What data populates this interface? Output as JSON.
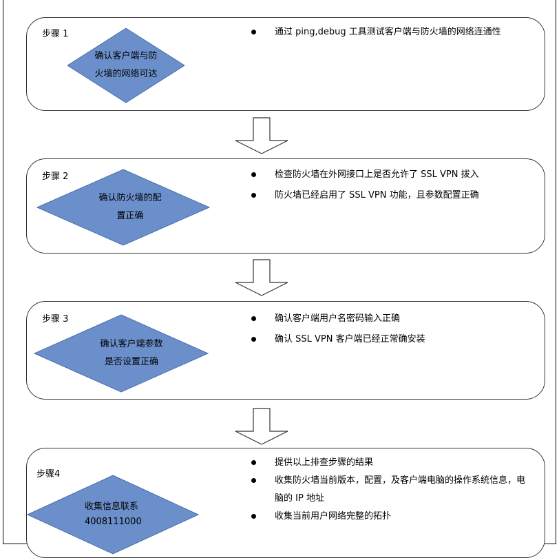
{
  "steps": [
    {
      "label": "步骤 1",
      "diamond_lines": [
        "确认客户端与防",
        "火墙的网络可达"
      ],
      "bullets": [
        "通过 ping,debug 工具测试客户端与防火墙的网络连通性"
      ]
    },
    {
      "label": "步骤 2",
      "diamond_lines": [
        "确认防火墙的配",
        "置正确"
      ],
      "bullets": [
        "检查防火墙在外网接口上是否允许了 SSL VPN 拨入",
        "防火墙已经启用了 SSL VPN 功能，且参数配置正确"
      ]
    },
    {
      "label": "步骤 3",
      "diamond_lines": [
        "确认客户端参数",
        "是否设置正确"
      ],
      "bullets": [
        "确认客户端用户名密码输入正确",
        "确认 SSL VPN 客户端已经正常确安装"
      ]
    },
    {
      "label": "步骤4",
      "diamond_lines": [
        "收集信息联系",
        "4008111000"
      ],
      "bullets": [
        "提供以上排查步骤的结果",
        "收集防火墙当前版本，配置，及客户端电脑的操作系统信息，电脑的 IP 地址",
        "收集当前用户网络完整的拓扑"
      ]
    }
  ],
  "colors": {
    "diamond_fill": "#6b8fcb",
    "diamond_stroke": "#4a6fa8",
    "box_border": "#333333"
  }
}
